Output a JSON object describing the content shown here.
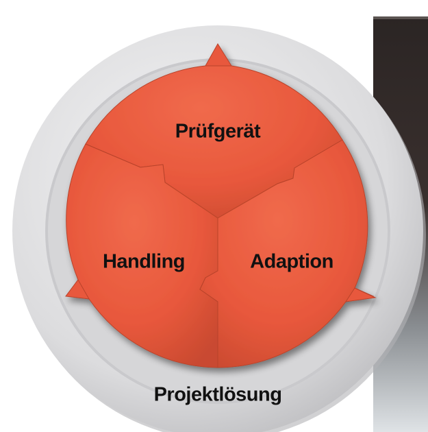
{
  "diagram": {
    "segments": [
      {
        "id": "top",
        "label": "Prüfgerät"
      },
      {
        "id": "left",
        "label": "Handling"
      },
      {
        "id": "right",
        "label": "Adaption"
      }
    ],
    "ring_label": "Projektlösung"
  },
  "colors": {
    "segment_fill": "#e8583c",
    "segment_dark": "#c73f26",
    "ring": "#e0e0e2",
    "ring_shadow": "#bdbdc0",
    "device_dark": "#2b2524",
    "device_light": "#d9dde0"
  }
}
